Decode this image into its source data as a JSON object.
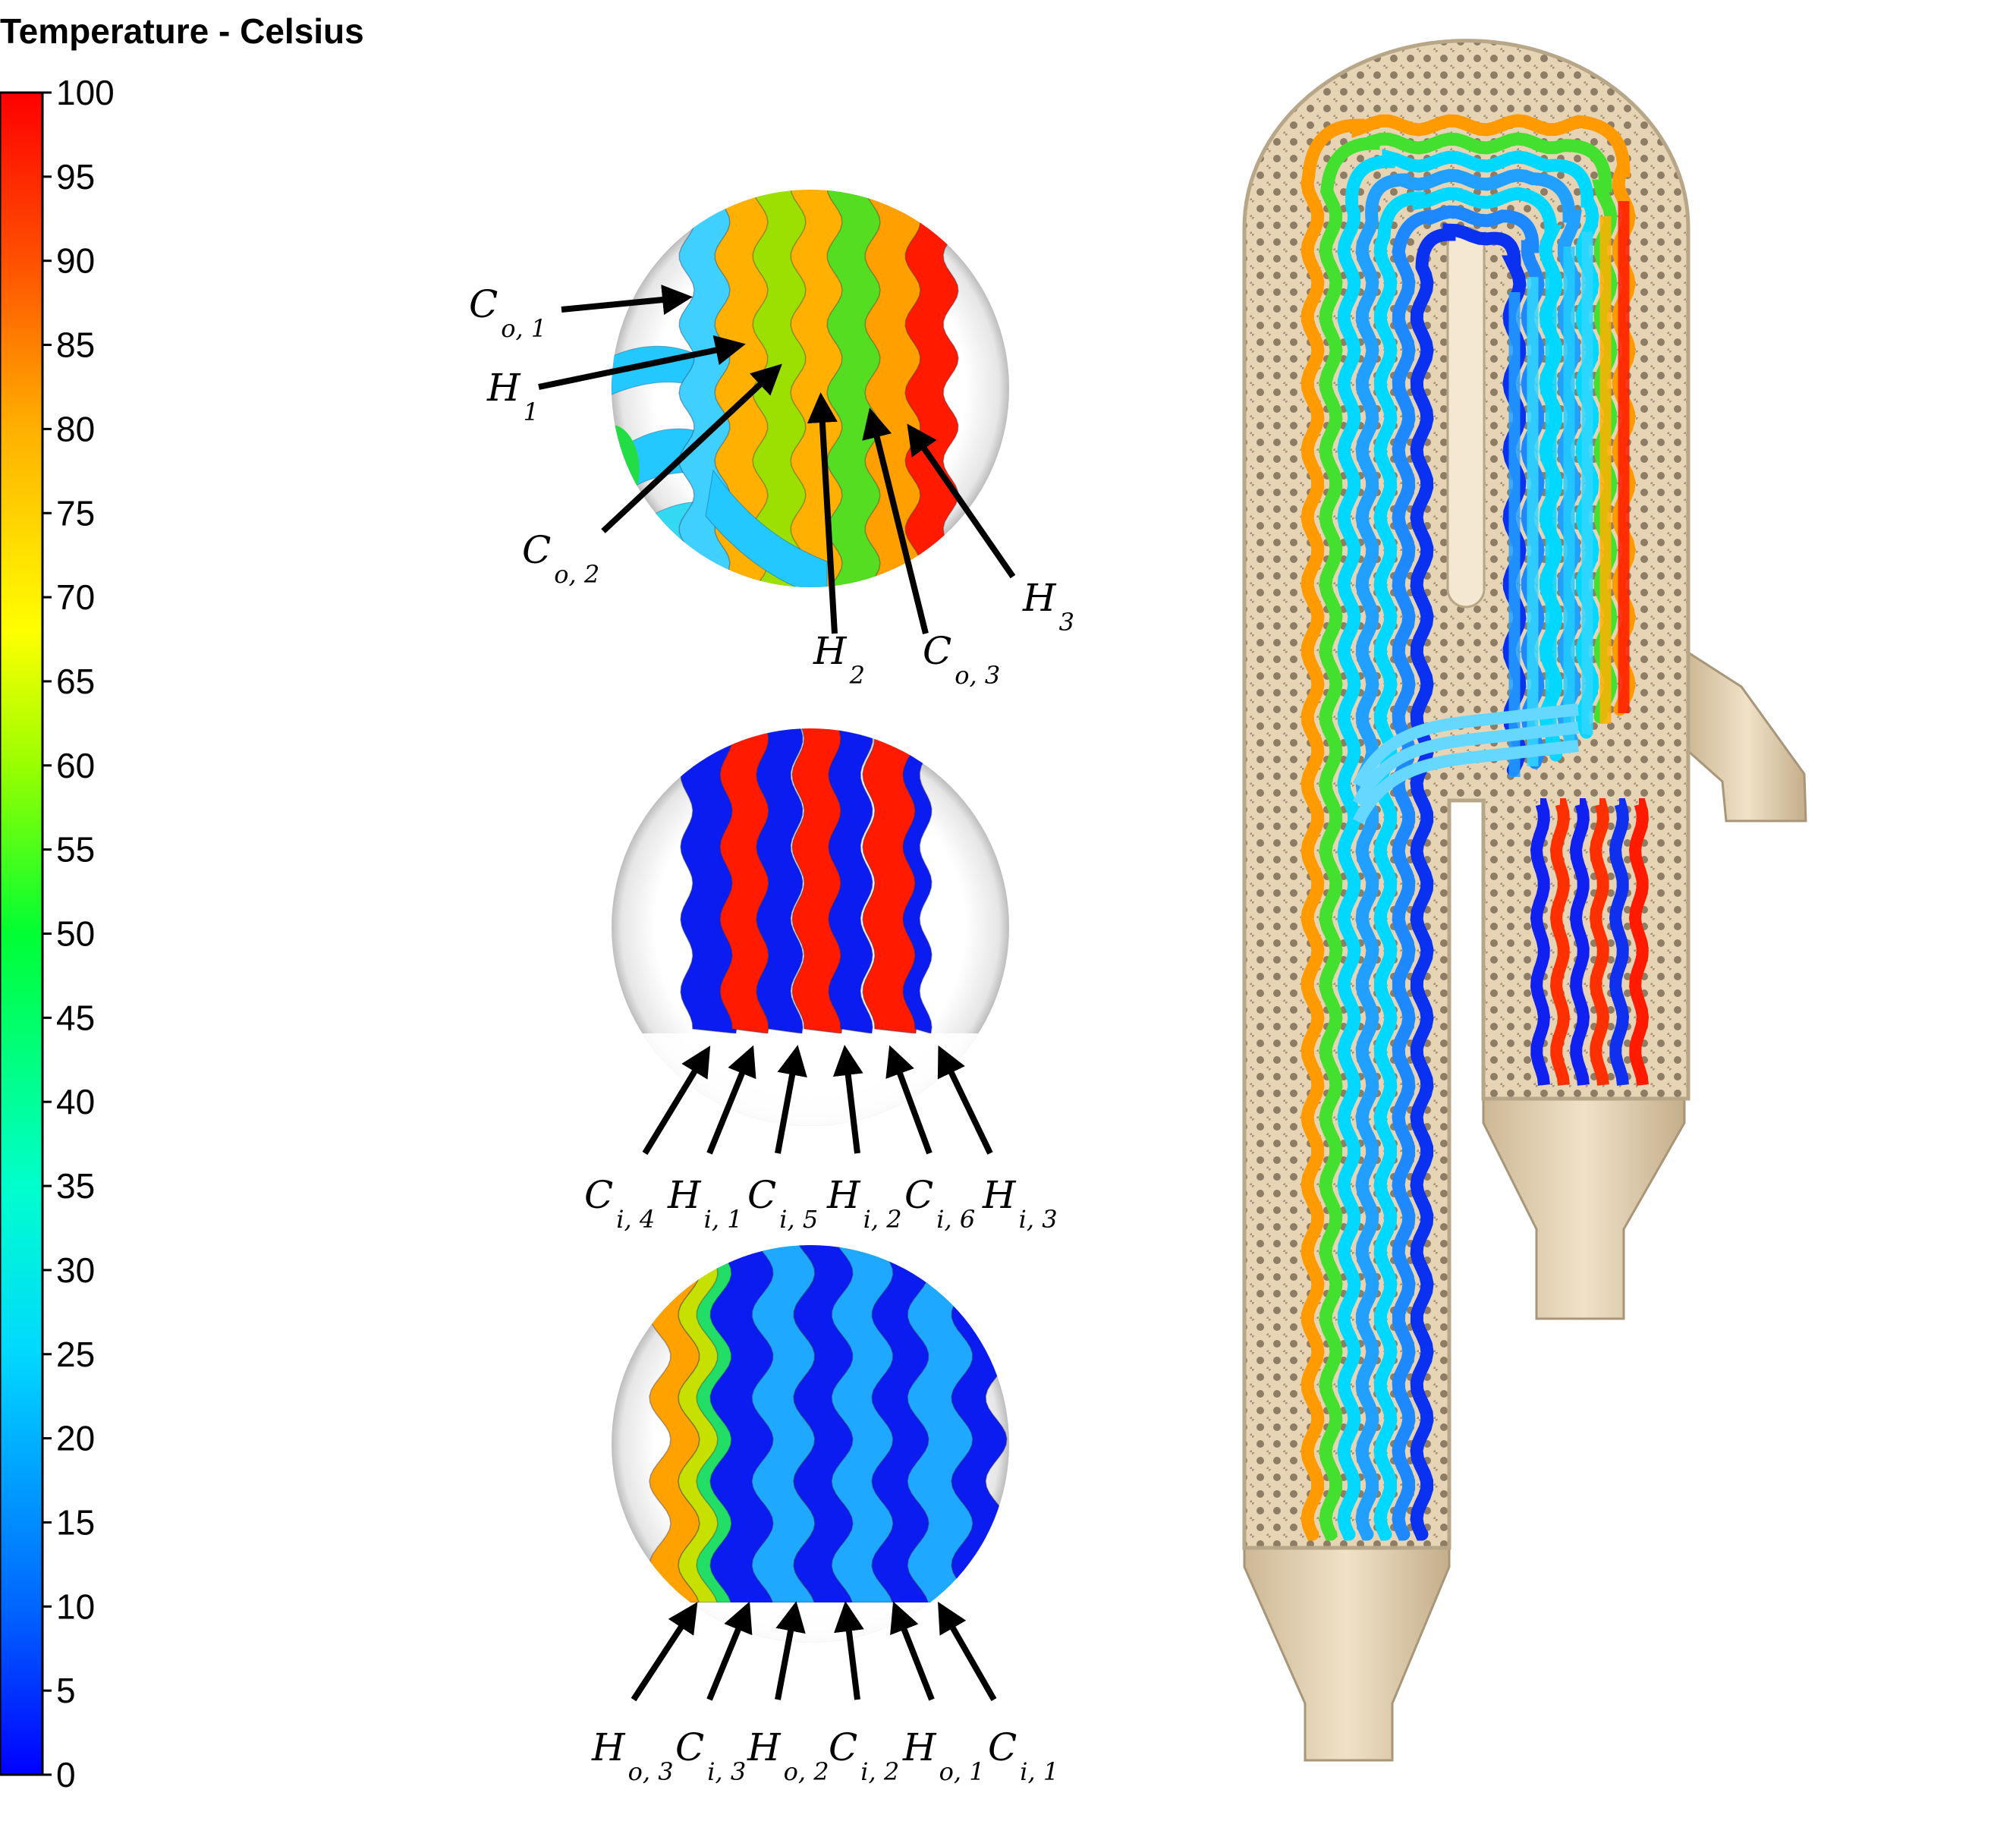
{
  "legend": {
    "title": "Temperature - Celsius",
    "ticks": [
      "100",
      "95",
      "90",
      "85",
      "80",
      "75",
      "70",
      "65",
      "60",
      "55",
      "50",
      "45",
      "40",
      "35",
      "30",
      "25",
      "20",
      "15",
      "10",
      "5",
      "0"
    ],
    "colors": [
      "#0000ff",
      "#0066ff",
      "#00ccff",
      "#00ffcc",
      "#00ff33",
      "#66ff00",
      "#ccff00",
      "#ffff00",
      "#ffcc00",
      "#ff6600",
      "#ff0000"
    ]
  },
  "zoom_top": {
    "labels": [
      {
        "main": "C",
        "sub": "o, 1"
      },
      {
        "main": "H",
        "sub": "1"
      },
      {
        "main": "C",
        "sub": "o, 2"
      },
      {
        "main": "H",
        "sub": "2"
      },
      {
        "main": "C",
        "sub": "o, 3"
      },
      {
        "main": "H",
        "sub": "3"
      }
    ]
  },
  "zoom_middle": {
    "labels": [
      {
        "main": "C",
        "sub": "i, 4"
      },
      {
        "main": "H",
        "sub": "i, 1"
      },
      {
        "main": "C",
        "sub": "i, 5"
      },
      {
        "main": "H",
        "sub": "i, 2"
      },
      {
        "main": "C",
        "sub": "i, 6"
      },
      {
        "main": "H",
        "sub": "i, 3"
      }
    ]
  },
  "zoom_bottom": {
    "labels": [
      {
        "main": "H",
        "sub": "o, 3"
      },
      {
        "main": "C",
        "sub": "i, 3"
      },
      {
        "main": "H",
        "sub": "o, 2"
      },
      {
        "main": "C",
        "sub": "i, 2"
      },
      {
        "main": "H",
        "sub": "o, 1"
      },
      {
        "main": "C",
        "sub": "i, 1"
      }
    ]
  },
  "palette": {
    "hot": "#ff1a00",
    "warm": "#ffb000",
    "mid": "#20e020",
    "cool": "#22c8ff",
    "cold": "#0a1cf0",
    "shell": "#e8d8bc",
    "shell_dark": "#b8a688"
  }
}
